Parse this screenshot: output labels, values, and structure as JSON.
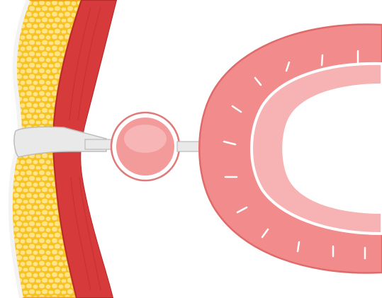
{
  "colors": {
    "background": "#ffffff",
    "skin": "#e6e6e6",
    "fat": "#f6c320",
    "fat_lobule": "#ffe38a",
    "fat_border": "#e8a31a",
    "muscle": "#d73a3a",
    "muscle_dark": "#b72a2a",
    "tract": "#e9e9e9",
    "tract_border": "#b0b0b0",
    "bowel_outer": "#f28b8b",
    "bowel_inner": "#f7b3b3",
    "bowel_lumen_border": "#ffffff",
    "cyst": "#f39a9a",
    "cyst_highlight": "#f8c0c0"
  },
  "structures": [
    {
      "name": "skin-surface"
    },
    {
      "name": "subcutaneous-fat-layer"
    },
    {
      "name": "abdominal-muscle-layer"
    },
    {
      "name": "fistula-tract"
    },
    {
      "name": "cystic-dilation"
    },
    {
      "name": "bowel-loop"
    }
  ]
}
